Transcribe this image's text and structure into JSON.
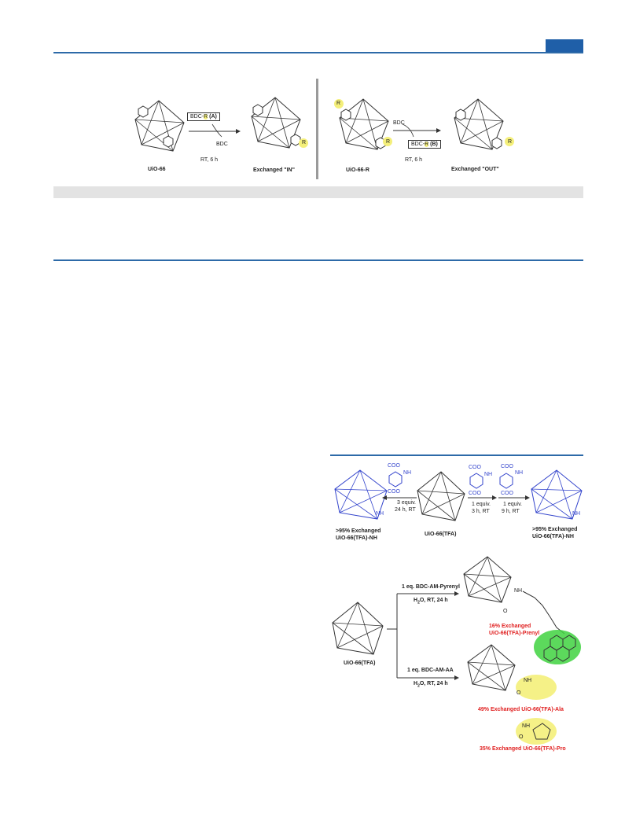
{
  "scheme1": {
    "box_a_prefix": "BDC-",
    "box_a_r": "R",
    "box_a_suffix": " (A)",
    "byproduct_left": "BDC",
    "conditions_left": "RT, 6 h",
    "label_uio66": "UiO-66",
    "label_in": "Exchanged \"IN\"",
    "label_uio66r": "UiO-66-R",
    "reagent_right": "BDC",
    "box_b_prefix": "BDC-",
    "box_b_r": "R",
    "box_b_suffix": " (B)",
    "conditions_right": "RT, 6 h",
    "label_out": "Exchanged \"OUT\"",
    "r_label": "R"
  },
  "scheme2": {
    "coo_top": "COO",
    "nh2": "NH",
    "coo_bottom": "COO",
    "cond_left_1": "3 equiv.",
    "cond_left_2": "24 h, RT",
    "cond_mid_1": "1 equiv.",
    "cond_mid_2": "3 h, RT",
    "cond_right_1": "1 equiv.",
    "cond_right_2": "9 h, RT",
    "label_left_1": ">95% Exchanged",
    "label_left_2": "UiO-66(TFA)-NH",
    "label_center": "UiO-66(TFA)",
    "label_right_1": ">95% Exchanged",
    "label_right_2": "UiO-66(TFA)-NH"
  },
  "scheme3": {
    "reagent_top": "1 eq. BDC-AM-Pyrenyl",
    "cond_top": "H",
    "cond_top_rest": "O, RT, 24 h",
    "reagent_bottom": "1 eq. BDC-AM-AA",
    "cond_bottom": "H",
    "cond_bottom_rest": "O, RT, 24 h",
    "label_start": "UiO-66(TFA)",
    "nh": "NH",
    "o": "O",
    "prenyl_1": "16% Exchanged",
    "prenyl_2": "UiO-66(TFA)-Prenyl",
    "ala": "49% Exchanged UiO-66(TFA)-Ala",
    "pro": "35% Exchanged UiO-66(TFA)-Pro"
  }
}
